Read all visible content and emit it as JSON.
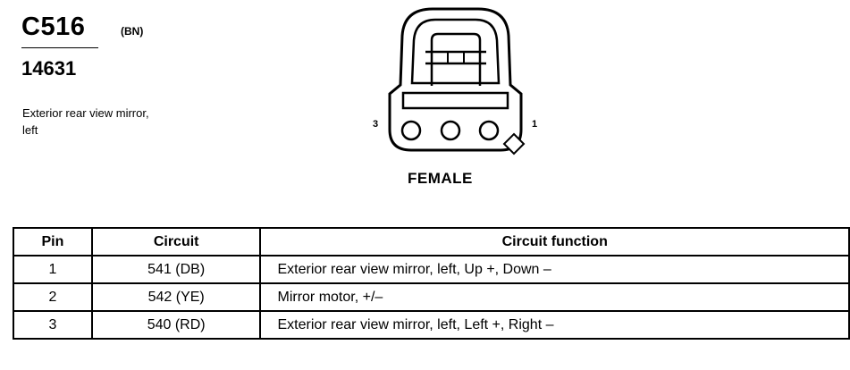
{
  "connector": {
    "id": "C516",
    "color_code": "(BN)",
    "part_number": "14631",
    "description": "Exterior rear view mirror, left",
    "gender": "FEMALE",
    "pin_label_left": "3",
    "pin_label_right": "1"
  },
  "pin_table": {
    "headers": {
      "pin": "Pin",
      "circuit": "Circuit",
      "function": "Circuit function"
    },
    "rows": [
      {
        "pin": "1",
        "circuit": "541 (DB)",
        "function": "Exterior rear view mirror, left, Up +, Down –"
      },
      {
        "pin": "2",
        "circuit": "542 (YE)",
        "function": "Mirror motor, +/–"
      },
      {
        "pin": "3",
        "circuit": "540 (RD)",
        "function": "Exterior rear view mirror, left, Left +, Right –"
      }
    ]
  }
}
